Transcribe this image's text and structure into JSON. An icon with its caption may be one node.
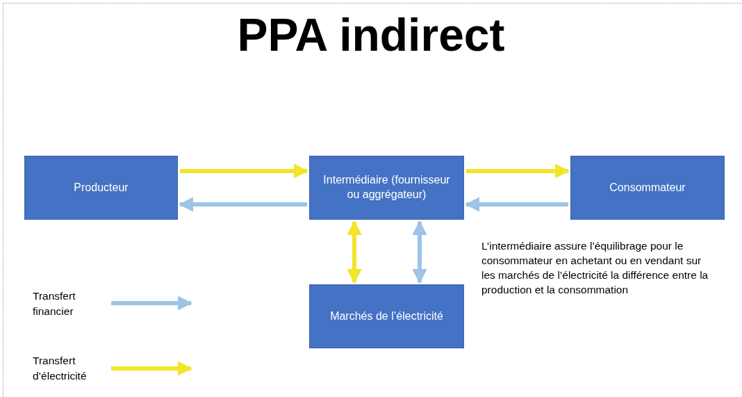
{
  "diagram": {
    "title": "PPA indirect",
    "nodes": [
      {
        "text": [
          "Producteur"
        ]
      },
      {
        "text": [
          "Intermédiaire (fournisseur ou aggrégateur)"
        ]
      },
      {
        "text": [
          "Consommateur"
        ]
      },
      {
        "text": [
          "Marchés de l’électricité"
        ]
      }
    ],
    "edges": [
      {
        "from": 0,
        "to": 1,
        "arrow": "to",
        "color": "#f2e52a"
      },
      {
        "from": 1,
        "to": 0,
        "arrow": "to",
        "color": "#9dc3e6"
      },
      {
        "from": 1,
        "to": 2,
        "arrow": "to",
        "color": "#f2e52a"
      },
      {
        "from": 2,
        "to": 1,
        "arrow": "to",
        "color": "#9dc3e6"
      },
      {
        "from": 1,
        "to": 3,
        "arrow": "both",
        "color": "#f2e52a"
      },
      {
        "from": 1,
        "to": 3,
        "arrow": "both",
        "color": "#9dc3e6"
      }
    ],
    "labels": [
      "L’intermédiaire assure l’équilibrage pour le consommateur en achetant ou en vendant sur les marchés de l’électricité la différence entre la production et la consommation"
    ],
    "legend": [
      {
        "text": "Transfert financier"
      },
      {
        "text": "Transfert d’électricité"
      }
    ]
  }
}
